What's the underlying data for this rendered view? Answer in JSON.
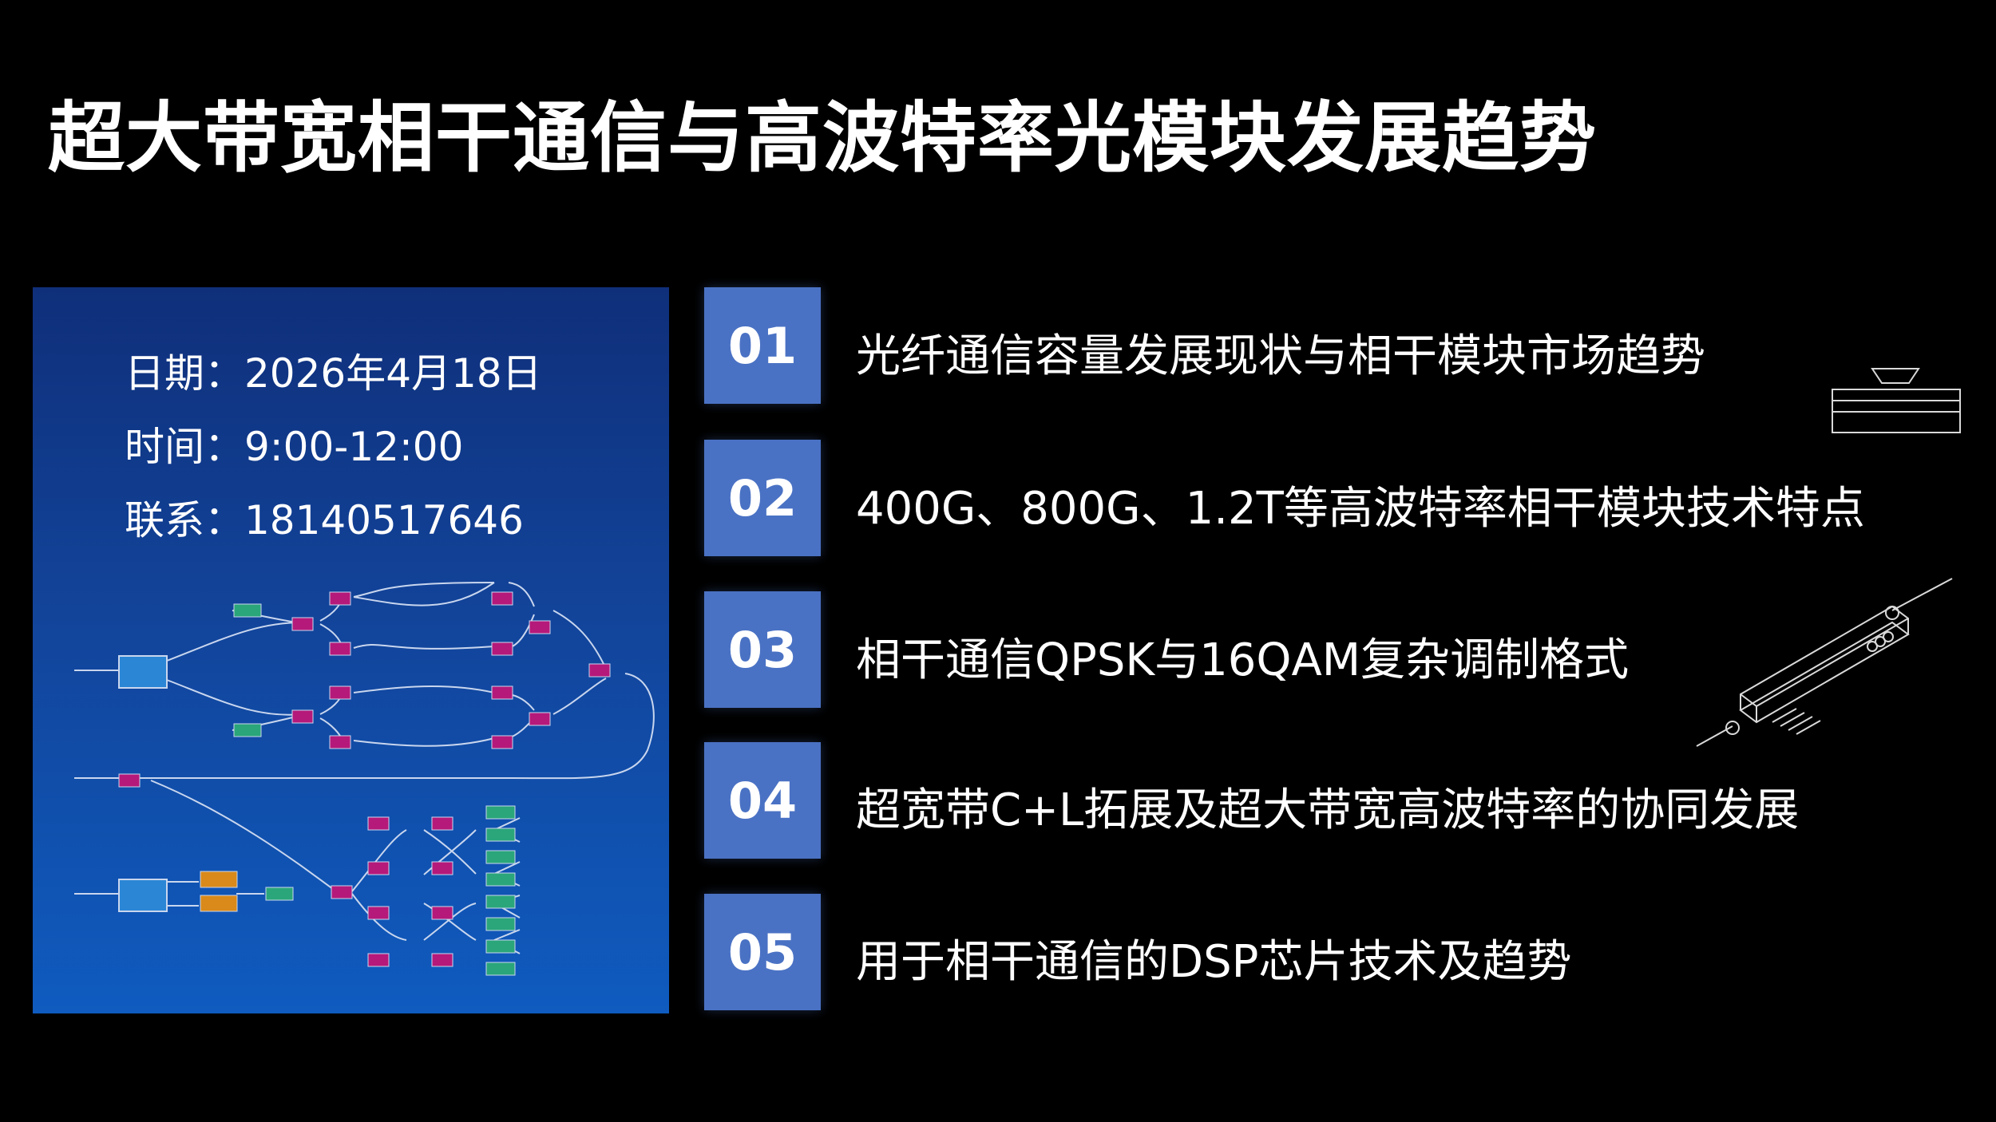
{
  "slide": {
    "title": "超大带宽相干通信与高波特率光模块发展趋势",
    "accent_color": "#4a72c4",
    "panel_color_top": "#0f2f7a",
    "panel_color_bottom": "#0f5bbf"
  },
  "info": {
    "date_label": "日期：",
    "date_value": "2026年4月18日",
    "time_label": "时间：",
    "time_value": "9:00-12:00",
    "contact_label": "联系：",
    "contact_value": "18140517646"
  },
  "items": [
    {
      "num": "01",
      "text": "光纤通信容量发展现状与相干模块市场趋势"
    },
    {
      "num": "02",
      "text": "400G、800G、1.2T等高波特率相干模块技术特点"
    },
    {
      "num": "03",
      "text": "相干通信QPSK与16QAM复杂调制格式"
    },
    {
      "num": "04",
      "text": "超宽带C+L拓展及超大带宽高波特率的协同发展"
    },
    {
      "num": "05",
      "text": "用于相干通信的DSP芯片技术及趋势"
    }
  ],
  "icons": {
    "circuit": "photonic-circuit-diagram",
    "chip": "optical-chip-icon",
    "module": "optical-module-icon"
  }
}
